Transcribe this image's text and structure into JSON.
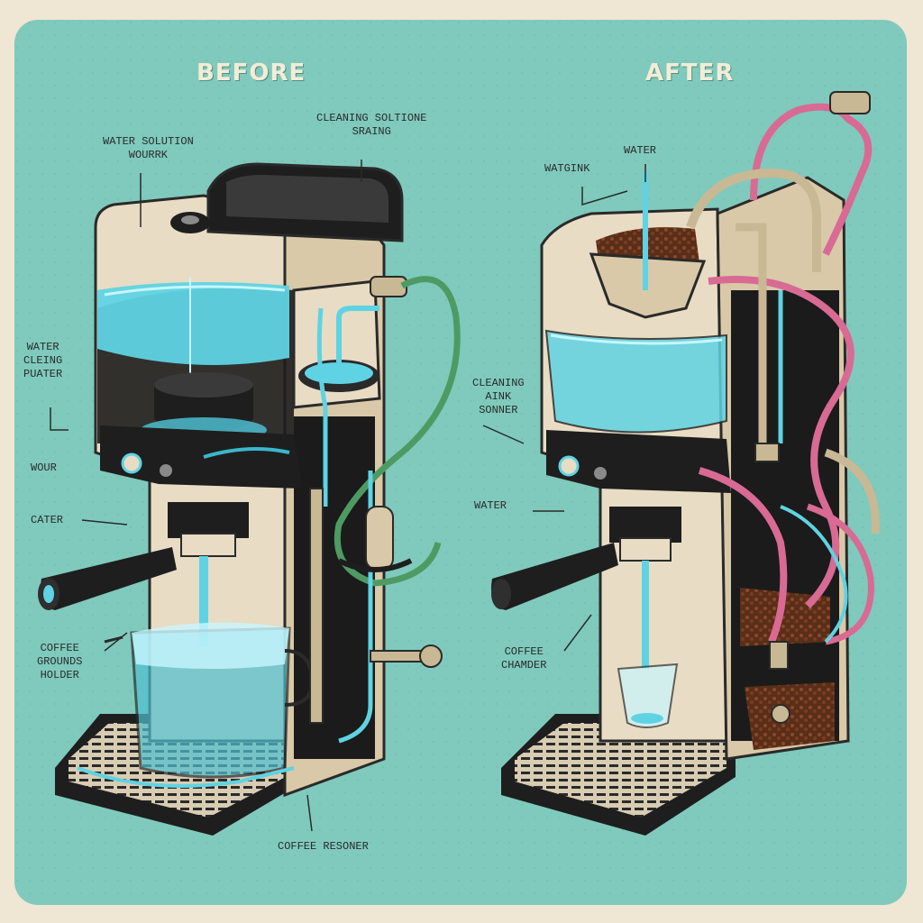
{
  "colors": {
    "background": "#7fcabd",
    "border": "#efe6d3",
    "machine_body": "#e8dcc4",
    "water": "#5fd3e3",
    "hose_green": "#4d9b63",
    "hose_pink": "#d86a94",
    "coffee": "#6b3a22",
    "dark": "#1e1e1e"
  },
  "headings": {
    "before": "BEFORE",
    "after": "AFTER"
  },
  "before_labels": {
    "water_solution": "WATER SOLUTION\nWOURRK",
    "cleaning_solution": "CLEANING SOLTIONE\nSRAING",
    "water_cleaning_puater": "WATER\nCLEING\nPUATER",
    "wour": "WOUR",
    "cater": "CATER",
    "coffee_grounds_holder": "COFFEE\nGROUNDS\nHOLDER",
    "coffee_resoner": "COFFEE RESONER"
  },
  "after_labels": {
    "water": "WATER",
    "watgink": "WATGINK",
    "cleaning_sonner": "CLEANING\nAINK\nSONNER",
    "water_side": "WATER",
    "coffee_chamber": "COFFEE\nCHAMDER"
  }
}
